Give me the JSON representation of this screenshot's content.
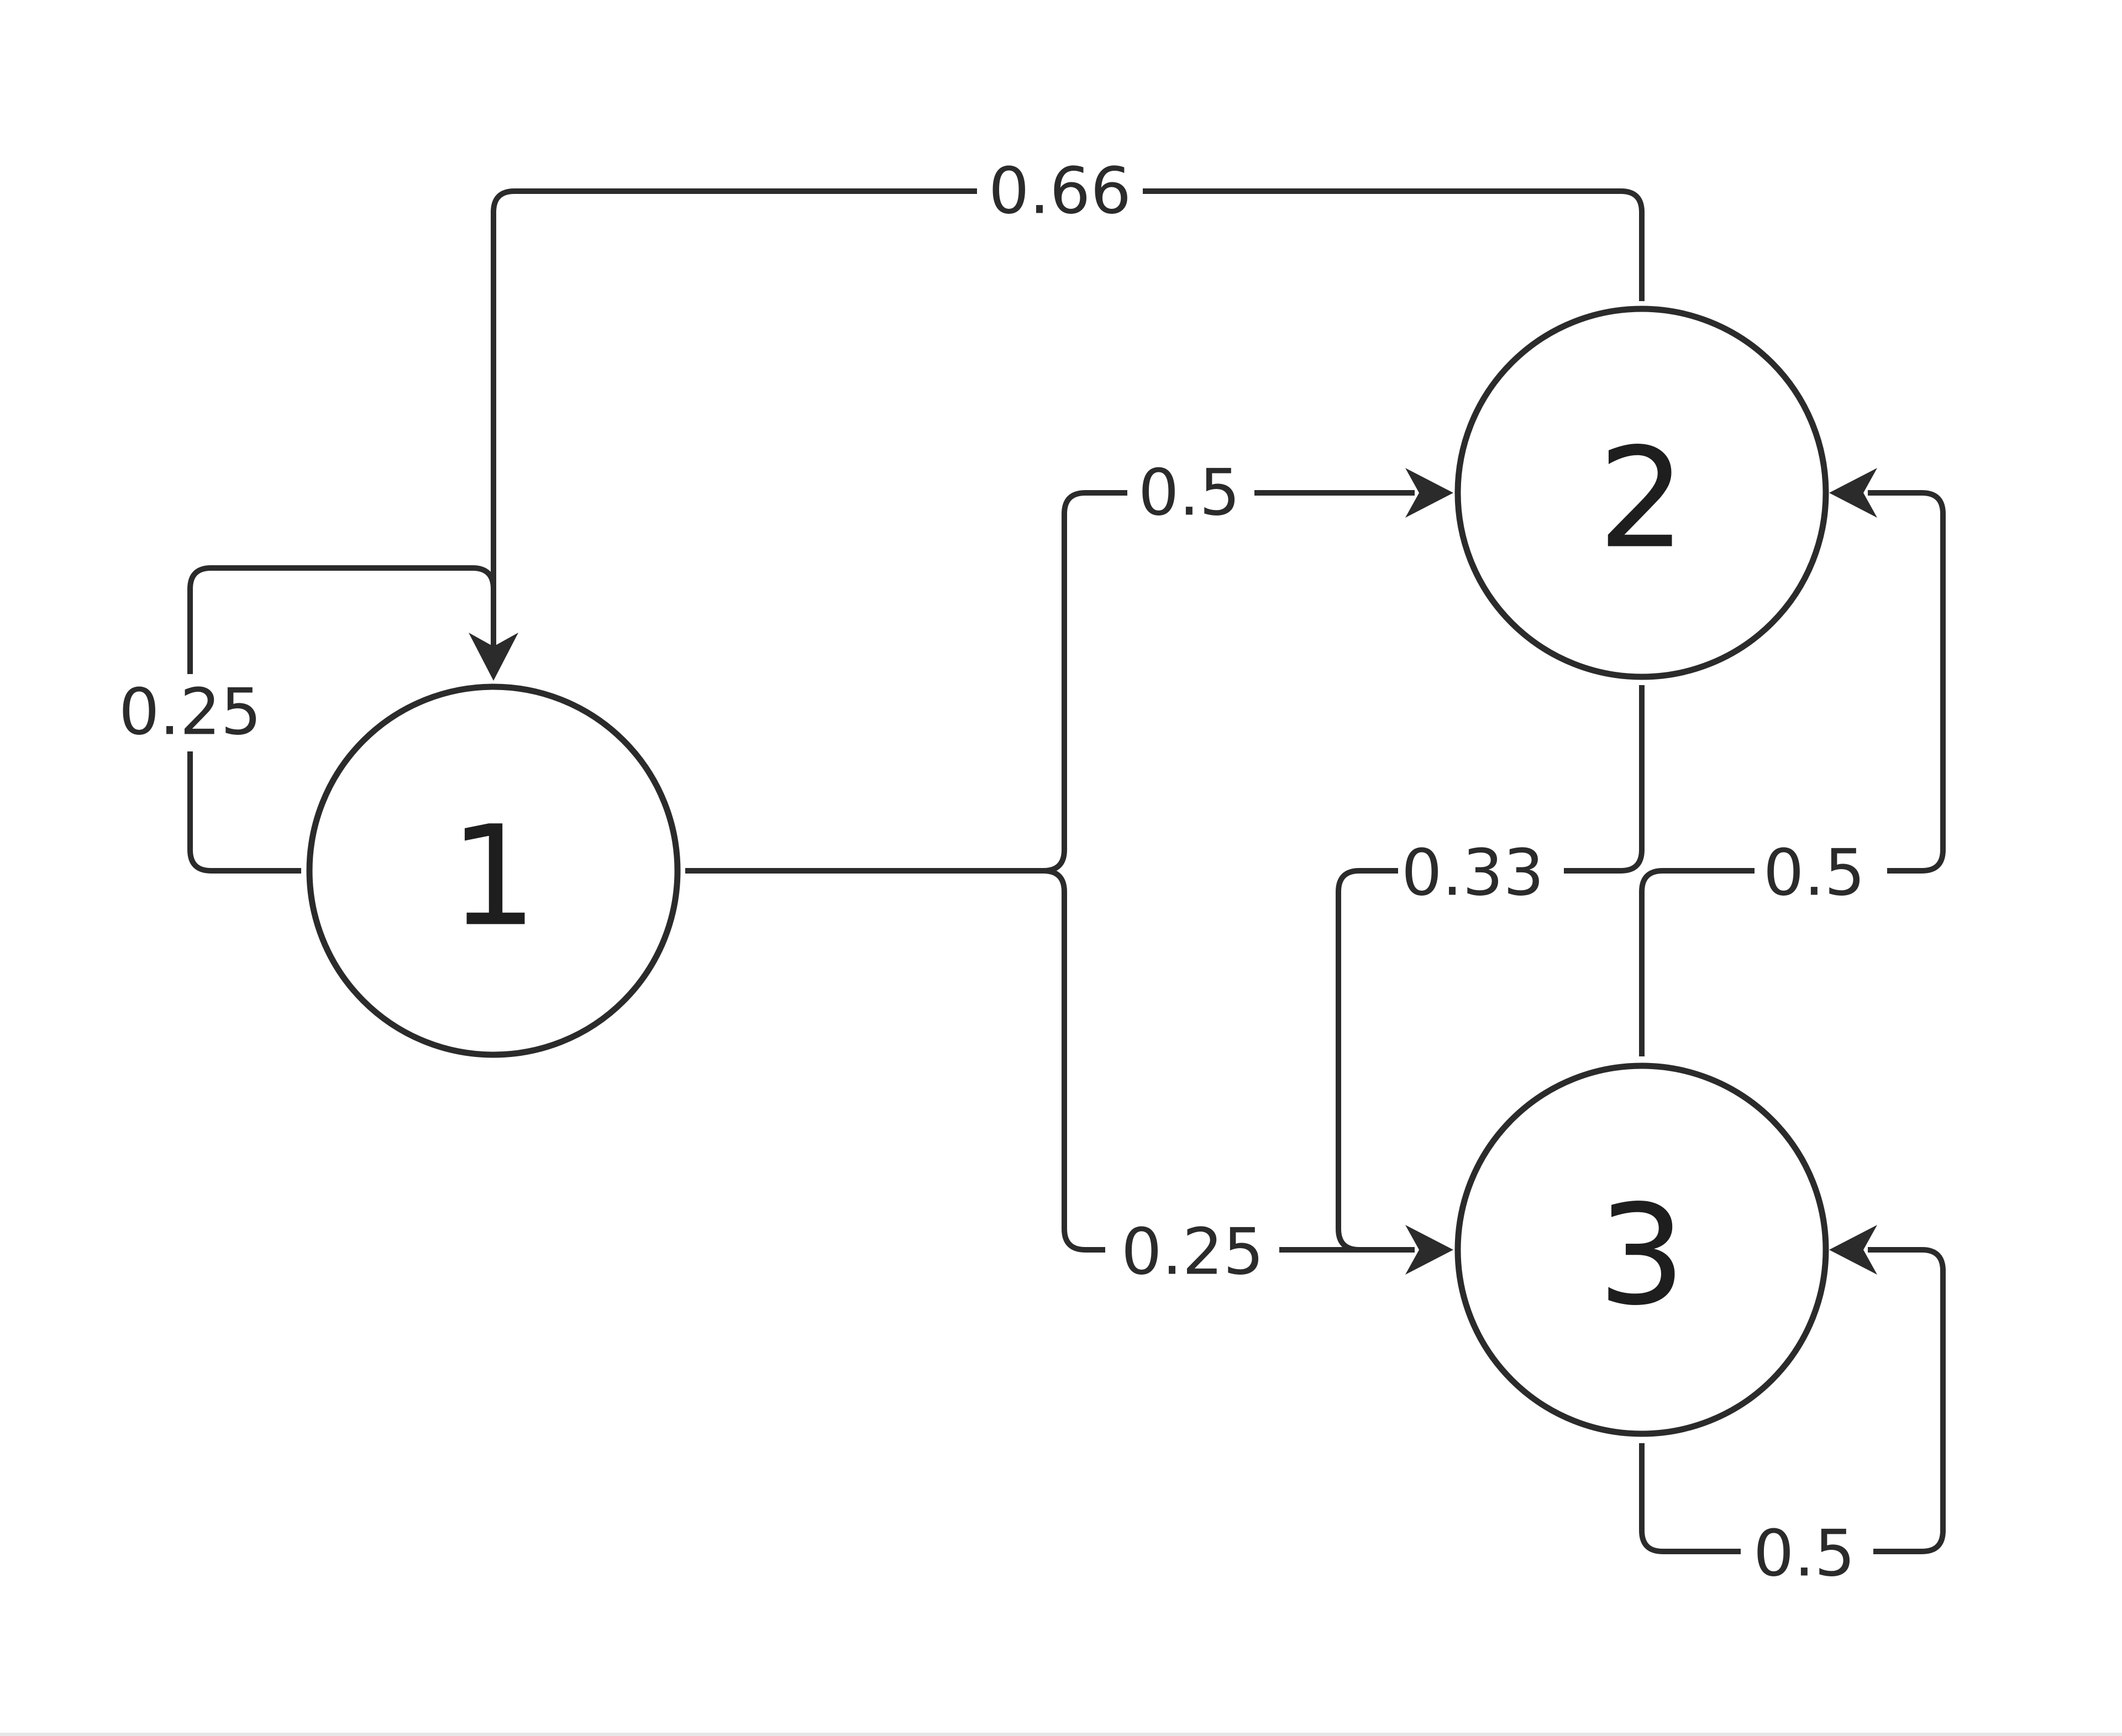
{
  "diagram": {
    "nodes": [
      {
        "id": "1",
        "label": "1"
      },
      {
        "id": "2",
        "label": "2"
      },
      {
        "id": "3",
        "label": "3"
      }
    ],
    "edges": [
      {
        "from": "1",
        "to": "1",
        "label": "0.25"
      },
      {
        "from": "1",
        "to": "2",
        "label": "0.5"
      },
      {
        "from": "1",
        "to": "3",
        "label": "0.25"
      },
      {
        "from": "2",
        "to": "1",
        "label": "0.66"
      },
      {
        "from": "2",
        "to": "3",
        "label": "0.33"
      },
      {
        "from": "3",
        "to": "2",
        "label": "0.5"
      },
      {
        "from": "3",
        "to": "3",
        "label": "0.5"
      }
    ]
  },
  "colors": {
    "stroke": "#2b2b2b",
    "background": "#ffffff"
  }
}
